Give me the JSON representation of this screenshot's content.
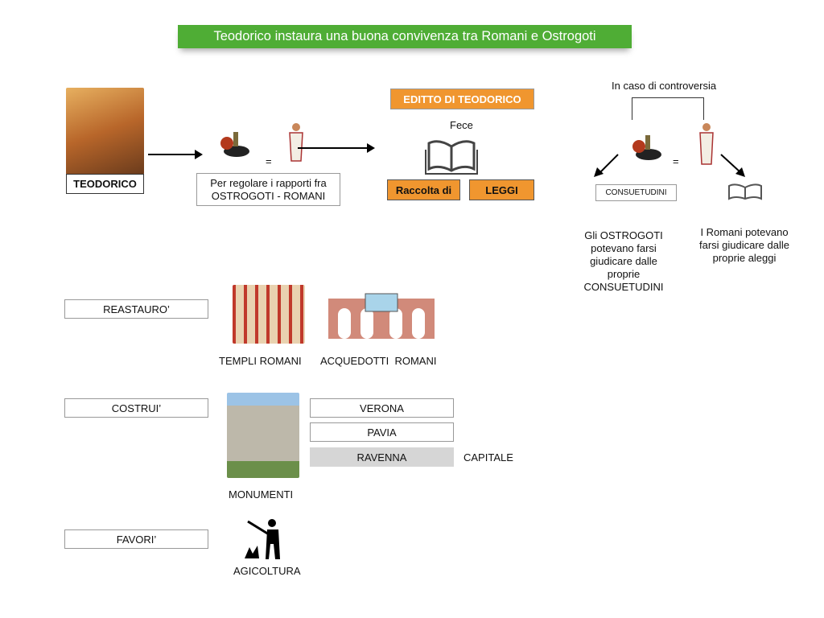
{
  "title": "Teodorico instaura una buona convivenza tra Romani e Ostrogoti",
  "teodorico_label": "TEODORICO",
  "equals": "=",
  "rapporti": [
    "Per regolare i rapporti fra",
    "OSTROGOTI - ROMANI"
  ],
  "editto": "EDITTO DI TEODORICO",
  "fece": "Fece",
  "raccolta": "Raccolta di",
  "leggi": "LEGGI",
  "controversia": "In caso di controversia",
  "consuetudini": "CONSUETUDINI",
  "ostrogoti_text": [
    "Gli OSTROGOTI",
    "potevano farsi",
    "giudicare dalle",
    "proprie",
    "CONSUETUDINI"
  ],
  "romani_text": [
    "I Romani potevano",
    "farsi giudicare dalle",
    "proprie aleggi"
  ],
  "restauro": "REASTAURO’",
  "templi": "TEMPLI ROMANI",
  "acquedotti": "ACQUEDOTTI  ROMANI",
  "costrui": "COSTRUI’",
  "cities": [
    "VERONA",
    "PAVIA",
    "RAVENNA"
  ],
  "capitale": "CAPITALE",
  "monumenti": "MONUMENTI",
  "favori": "FAVORI’",
  "agricoltura": "AGICOLTURA"
}
